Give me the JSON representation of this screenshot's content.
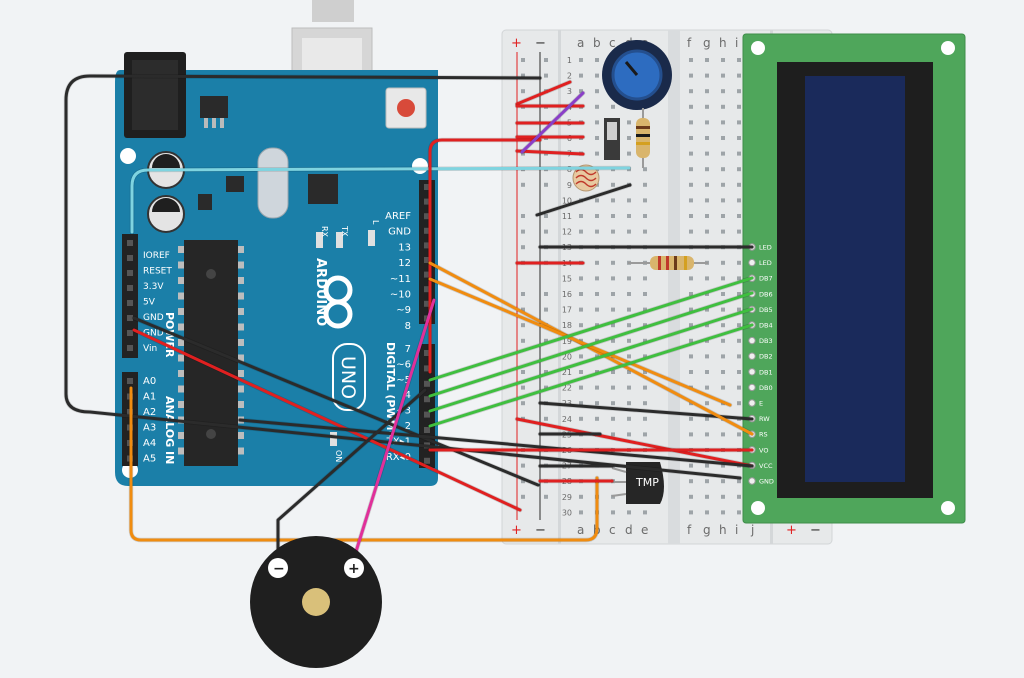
{
  "arduino": {
    "brand": "ARDUINO",
    "model": "UNO",
    "power_header_title": "POWER",
    "analog_header_title": "ANALOG IN",
    "digital_header_title": "DIGITAL (PWM~)",
    "power_pins": [
      "IOREF",
      "RESET",
      "3.3V",
      "5V",
      "GND",
      "GND",
      "Vin"
    ],
    "analog_pins": [
      "A0",
      "A1",
      "A2",
      "A3",
      "A4",
      "A5"
    ],
    "digital_pins_top": [
      "AREF",
      "GND",
      "13",
      "12",
      "~11",
      "~10",
      "~9",
      "8"
    ],
    "digital_pins_bottom": [
      "7",
      "~6",
      "~5",
      "4",
      "~3",
      "2",
      "TX▸1",
      "RX◂0"
    ],
    "led_labels": [
      "RX",
      "TX",
      "L",
      "ON"
    ]
  },
  "breadboard": {
    "columns_left": [
      "a",
      "b",
      "c",
      "d",
      "e"
    ],
    "columns_right": [
      "f",
      "g",
      "h",
      "i",
      "j"
    ],
    "rail_plus": "+",
    "rail_minus": "−",
    "rows": [
      "1",
      "2",
      "3",
      "4",
      "5",
      "6",
      "7",
      "8",
      "9",
      "10",
      "11",
      "12",
      "13",
      "14",
      "15",
      "16",
      "17",
      "18",
      "19",
      "20",
      "21",
      "22",
      "23",
      "24",
      "25",
      "26",
      "27",
      "28",
      "29",
      "30"
    ]
  },
  "lcd": {
    "pins": [
      "LED",
      "LED",
      "DB7",
      "DB6",
      "DB5",
      "DB4",
      "DB3",
      "DB2",
      "DB1",
      "DB0",
      "E",
      "RW",
      "RS",
      "VO",
      "VCC",
      "GND"
    ]
  },
  "components": {
    "temp_sensor_label": "TMP",
    "buzzer_minus": "−",
    "buzzer_plus": "+"
  },
  "colors": {
    "arduino_board": "#1b7fa8",
    "breadboard": "#e7e9ea",
    "lcd_pcb": "#4fa65b",
    "lcd_screen": "#1a2a5b",
    "wire_black": "#2b2b2b",
    "wire_red": "#e02020",
    "wire_green": "#3fbf3f",
    "wire_orange": "#f08c10",
    "wire_cyan": "#7fd4e0",
    "wire_purple": "#8a3fc8",
    "wire_magenta": "#e0309a"
  }
}
